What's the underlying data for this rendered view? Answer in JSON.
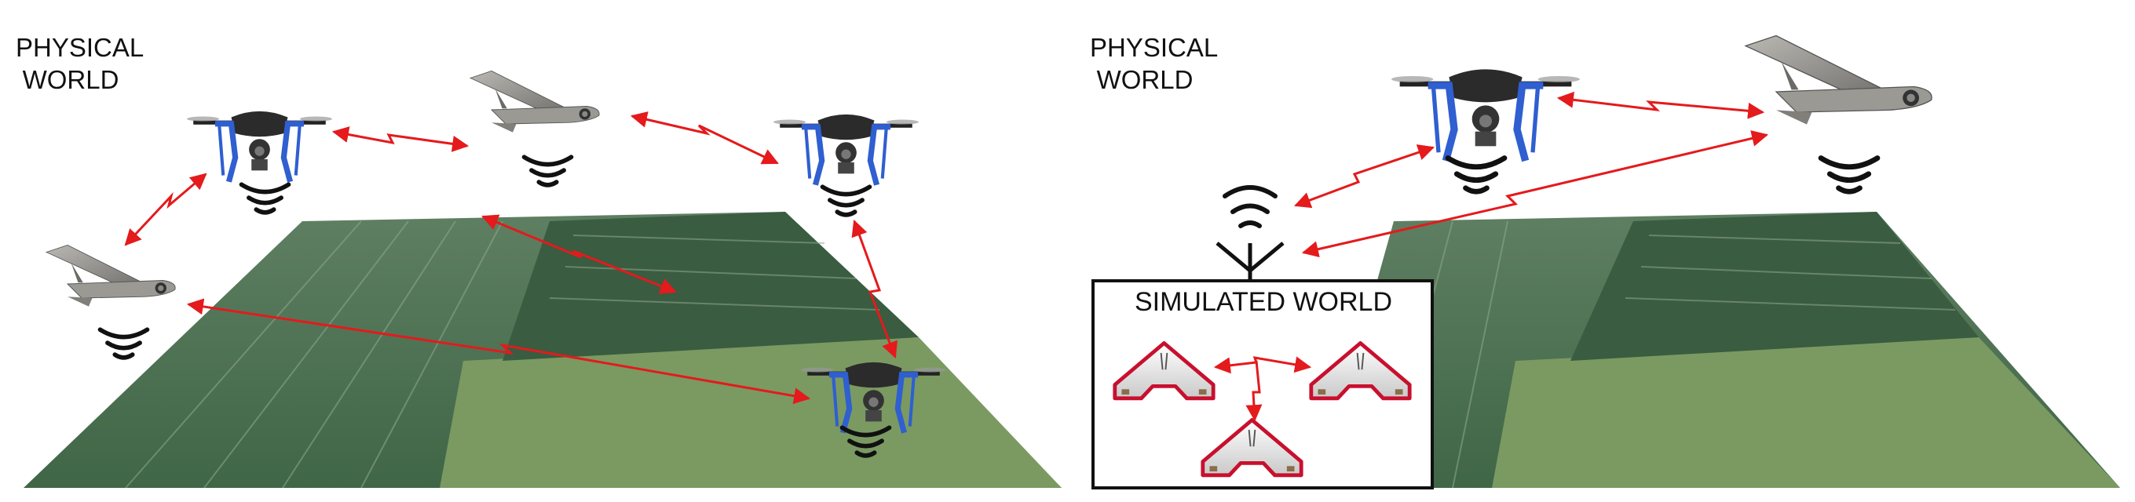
{
  "figure": {
    "left_panel_label": "PHYSICAL\nWORLD",
    "right_panel_label": "PHYSICAL\nWORLD",
    "simulated_world_title": "SIMULATED WORLD"
  },
  "colors": {
    "link_arrow": "#e41a1c",
    "quadcopter_frame": "#2f5fd0",
    "ground_field": "#47684a",
    "ground_meadow": "#7a9a62",
    "simulated_uav": "#c8102e",
    "wifi_signal": "#111111"
  },
  "icons": {
    "quadcopter": "quadcopter-drone-icon",
    "fixed_wing": "fixed-wing-uav-icon",
    "signal": "wifi-signal-icon",
    "antenna": "antenna-icon",
    "simulated_uav": "flying-wing-icon"
  }
}
